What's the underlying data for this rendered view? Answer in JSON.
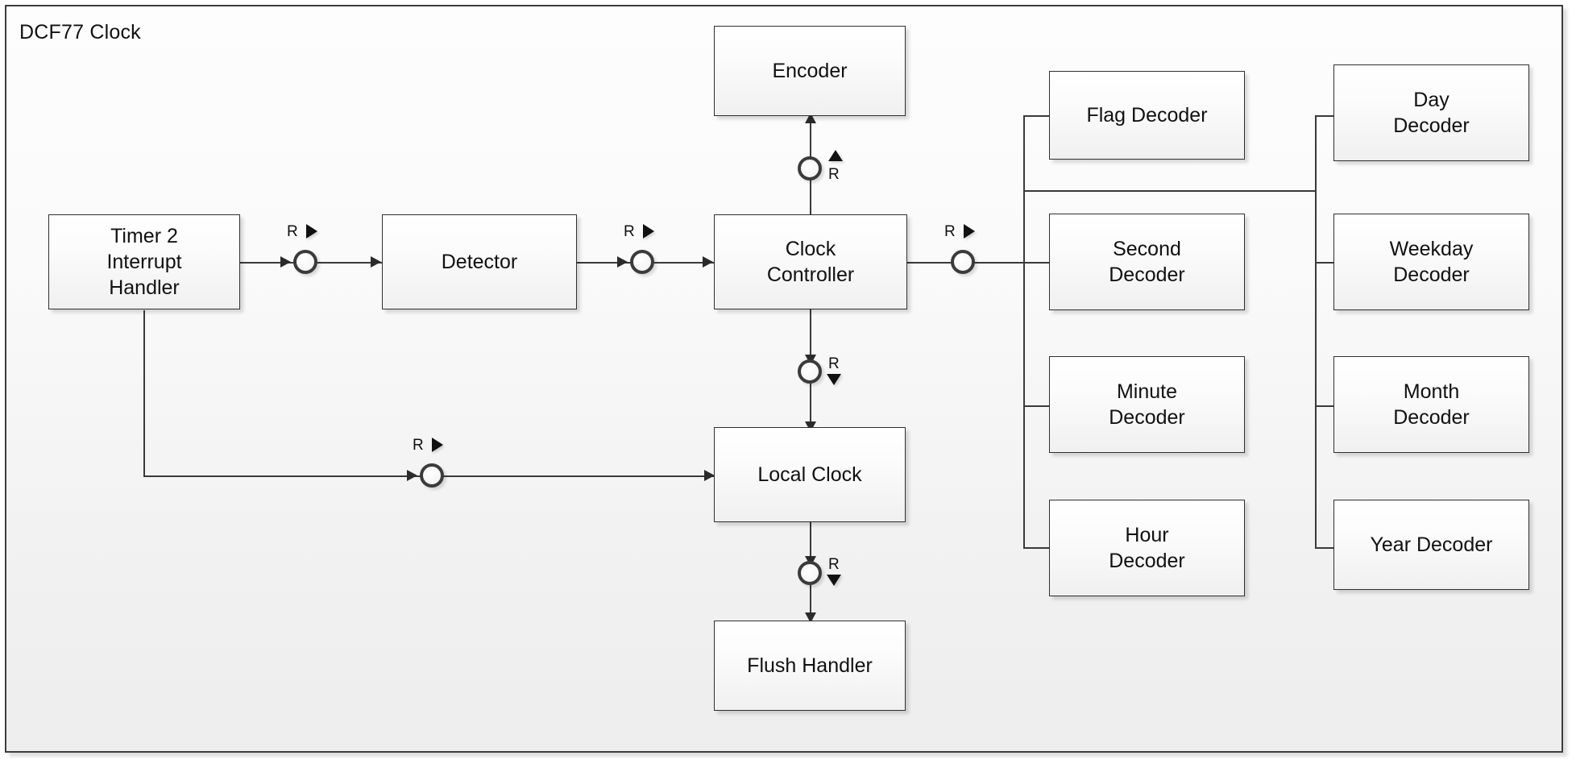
{
  "diagram": {
    "title": "DCF77 Clock",
    "type": "component-diagram",
    "frame_border_color": "#3d3d3d",
    "box_border_color": "#2f2f2f",
    "line_color": "#3a3a3a",
    "port_label": "R"
  },
  "boxes": {
    "encoder": {
      "label": "Encoder"
    },
    "timer2": {
      "label": "Timer 2\nInterrupt\nHandler"
    },
    "detector": {
      "label": "Detector"
    },
    "clock_controller": {
      "label": "Clock\nController"
    },
    "local_clock": {
      "label": "Local Clock"
    },
    "flush_handler": {
      "label": "Flush Handler"
    },
    "flag_decoder": {
      "label": "Flag Decoder"
    },
    "second_decoder": {
      "label": "Second\nDecoder"
    },
    "minute_decoder": {
      "label": "Minute\nDecoder"
    },
    "hour_decoder": {
      "label": "Hour\nDecoder"
    },
    "day_decoder": {
      "label": "Day\nDecoder"
    },
    "weekday_decoder": {
      "label": "Weekday\nDecoder"
    },
    "month_decoder": {
      "label": "Month\nDecoder"
    },
    "year_decoder": {
      "label": "Year Decoder"
    }
  },
  "ports": [
    {
      "id": "timer2-to-detector",
      "label": "R",
      "direction": "right"
    },
    {
      "id": "detector-to-clock-controller",
      "label": "R",
      "direction": "right"
    },
    {
      "id": "clock-controller-to-encoder",
      "label": "R",
      "direction": "up"
    },
    {
      "id": "clock-controller-to-local-clock",
      "label": "R",
      "direction": "down"
    },
    {
      "id": "clock-controller-to-decoders",
      "label": "R",
      "direction": "right"
    },
    {
      "id": "timer2-to-local-clock",
      "label": "R",
      "direction": "right"
    },
    {
      "id": "local-clock-to-flush-handler",
      "label": "R",
      "direction": "down"
    }
  ]
}
